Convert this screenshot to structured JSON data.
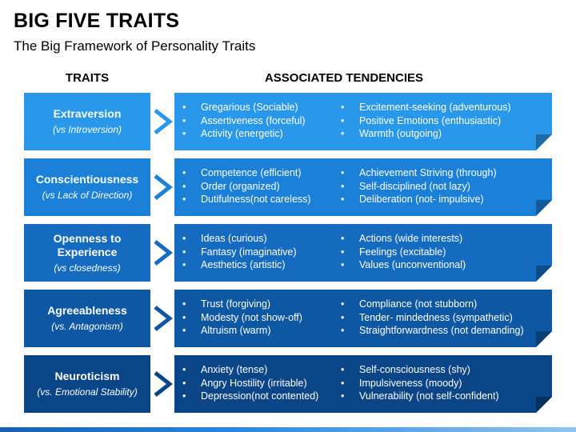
{
  "title": "BIG FIVE TRAITS",
  "subtitle": "The Big Framework of Personality Traits",
  "headers": {
    "traits": "TRAITS",
    "tendencies": "ASSOCIATED TENDENCIES"
  },
  "bullet": "•",
  "rows": [
    {
      "name": "Extraversion",
      "sub": "(vs Introversion)",
      "color": "#2997ea",
      "left": [
        "Gregarious (Sociable)",
        "Assertiveness (forceful)",
        "Activity (energetic)"
      ],
      "right": [
        "Excitement-seeking (adventurous)",
        "Positive Emotions (enthusiastic)",
        "Warmth (outgoing)"
      ]
    },
    {
      "name": "Conscientiousness",
      "sub": "(vs Lack of Direction)",
      "color": "#1b80d8",
      "left": [
        "Competence (efficient)",
        "Order (organized)",
        "Dutifulness(not careless)"
      ],
      "right": [
        "Achievement Striving (through)",
        "Self-disciplined (not lazy)",
        "Deliberation (not- impulsive)"
      ]
    },
    {
      "name": "Openness to Experience",
      "sub": "(vs closedness)",
      "color": "#156bbf",
      "left": [
        "Ideas (curious)",
        "Fantasy (imaginative)",
        "Aesthetics (artistic)"
      ],
      "right": [
        "Actions (wide interests)",
        "Feelings (excitable)",
        "Values (unconventional)"
      ]
    },
    {
      "name": "Agreeableness",
      "sub": "(vs. Antagonism)",
      "color": "#0e57a3",
      "left": [
        "Trust (forgiving)",
        "Modesty (not show-off)",
        "Altruism (warm)"
      ],
      "right": [
        "Compliance (not stubborn)",
        "Tender- mindedness (sympathetic)",
        "Straightforwardness (not demanding)"
      ]
    },
    {
      "name": "Neuroticism",
      "sub": "(vs. Emotional Stability)",
      "color": "#0a4588",
      "left": [
        "Anxiety (tense)",
        "Angry Hostility (irritable)",
        "Depression(not contented)"
      ],
      "right": [
        "Self-consciousness (shy)",
        "Impulsiveness (moody)",
        "Vulnerability (not self-confident)"
      ]
    }
  ]
}
